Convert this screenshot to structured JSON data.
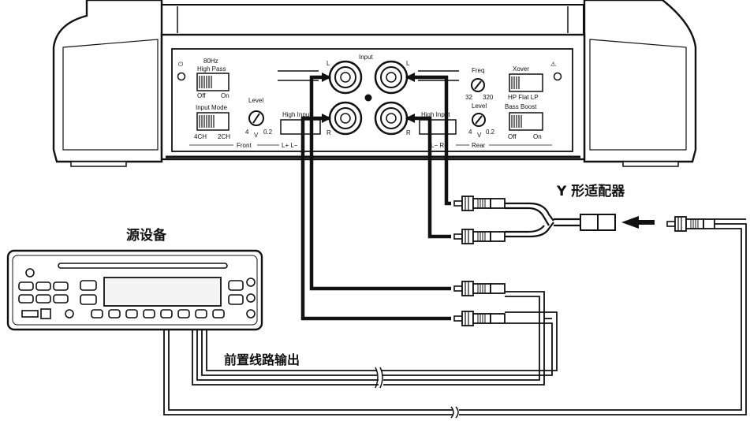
{
  "labels": {
    "y_adapter": "Y 形适配器",
    "source_device": "源设备",
    "preamp_output": "前置线路输出"
  },
  "amp_panel": {
    "input_title": "Input",
    "left_mark_top": "L",
    "right_mark_top": "L",
    "left_mark_bottom": "R",
    "right_mark_bottom": "R",
    "high_pass_freq": "80Hz",
    "high_pass": "High Pass",
    "off": "Off",
    "on": "On",
    "input_mode": "Input Mode",
    "mode_4ch": "4CH",
    "mode_2ch": "2CH",
    "level_left": "Level",
    "level_left_min": "4",
    "level_left_v": "V",
    "level_left_max": "0.2",
    "high_input_left": "High Input",
    "front": "Front",
    "front_lr": "L+ L−",
    "freq": "Freq",
    "freq_min": "32",
    "freq_max": "320",
    "level_right": "Level",
    "level_right_min": "4",
    "level_right_v": "V",
    "level_right_max": "0.2",
    "xover": "Xover",
    "xover_modes": "HP Flat LP",
    "bass_boost": "Bass Boost",
    "bb_off": "Off",
    "bb_on": "On",
    "high_input_right": "High Input",
    "rear": "Rear",
    "rear_lr": "L− R+"
  },
  "colors": {
    "line": "#111111",
    "panel_fill": "#ffffff",
    "body_shade": "#e8e8e8",
    "display_fill": "#f4f4f4"
  }
}
